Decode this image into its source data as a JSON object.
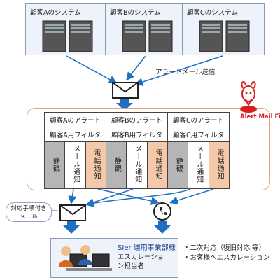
{
  "systems": [
    {
      "title": "顧客Aのシステム"
    },
    {
      "title": "顧客Bのシステム"
    },
    {
      "title": "顧客Cのシステム"
    }
  ],
  "send_label": "アラートメール送信",
  "logo_text": "Alert Mail Filter",
  "alert_columns": [
    {
      "alert": "顧客Aのアラート",
      "filter": "顧客A用フィルタ",
      "actions": [
        "静観",
        "メール通知",
        "電話通知"
      ]
    },
    {
      "alert": "顧客Bのアラート",
      "filter": "顧客B用フィルタ",
      "actions": [
        "静観",
        "メール通知",
        "電話通知"
      ]
    },
    {
      "alert": "顧客Cのアラート",
      "filter": "顧客C用フィルタ",
      "actions": [
        "静観",
        "メール通知",
        "電話通知"
      ]
    }
  ],
  "callout": "対応手順付きメール",
  "team": {
    "name": "SIer 運用事業部様",
    "role": "エスカレーション担当者"
  },
  "notes": [
    "・二次対応（復旧対応 等）",
    "・お客様へエスカレーション"
  ],
  "colors": {
    "arrow": "#1f6fc5",
    "orange": "#f0a070",
    "gray_cell": "#b5b5b5",
    "peach_cell": "#f4c8a8"
  }
}
